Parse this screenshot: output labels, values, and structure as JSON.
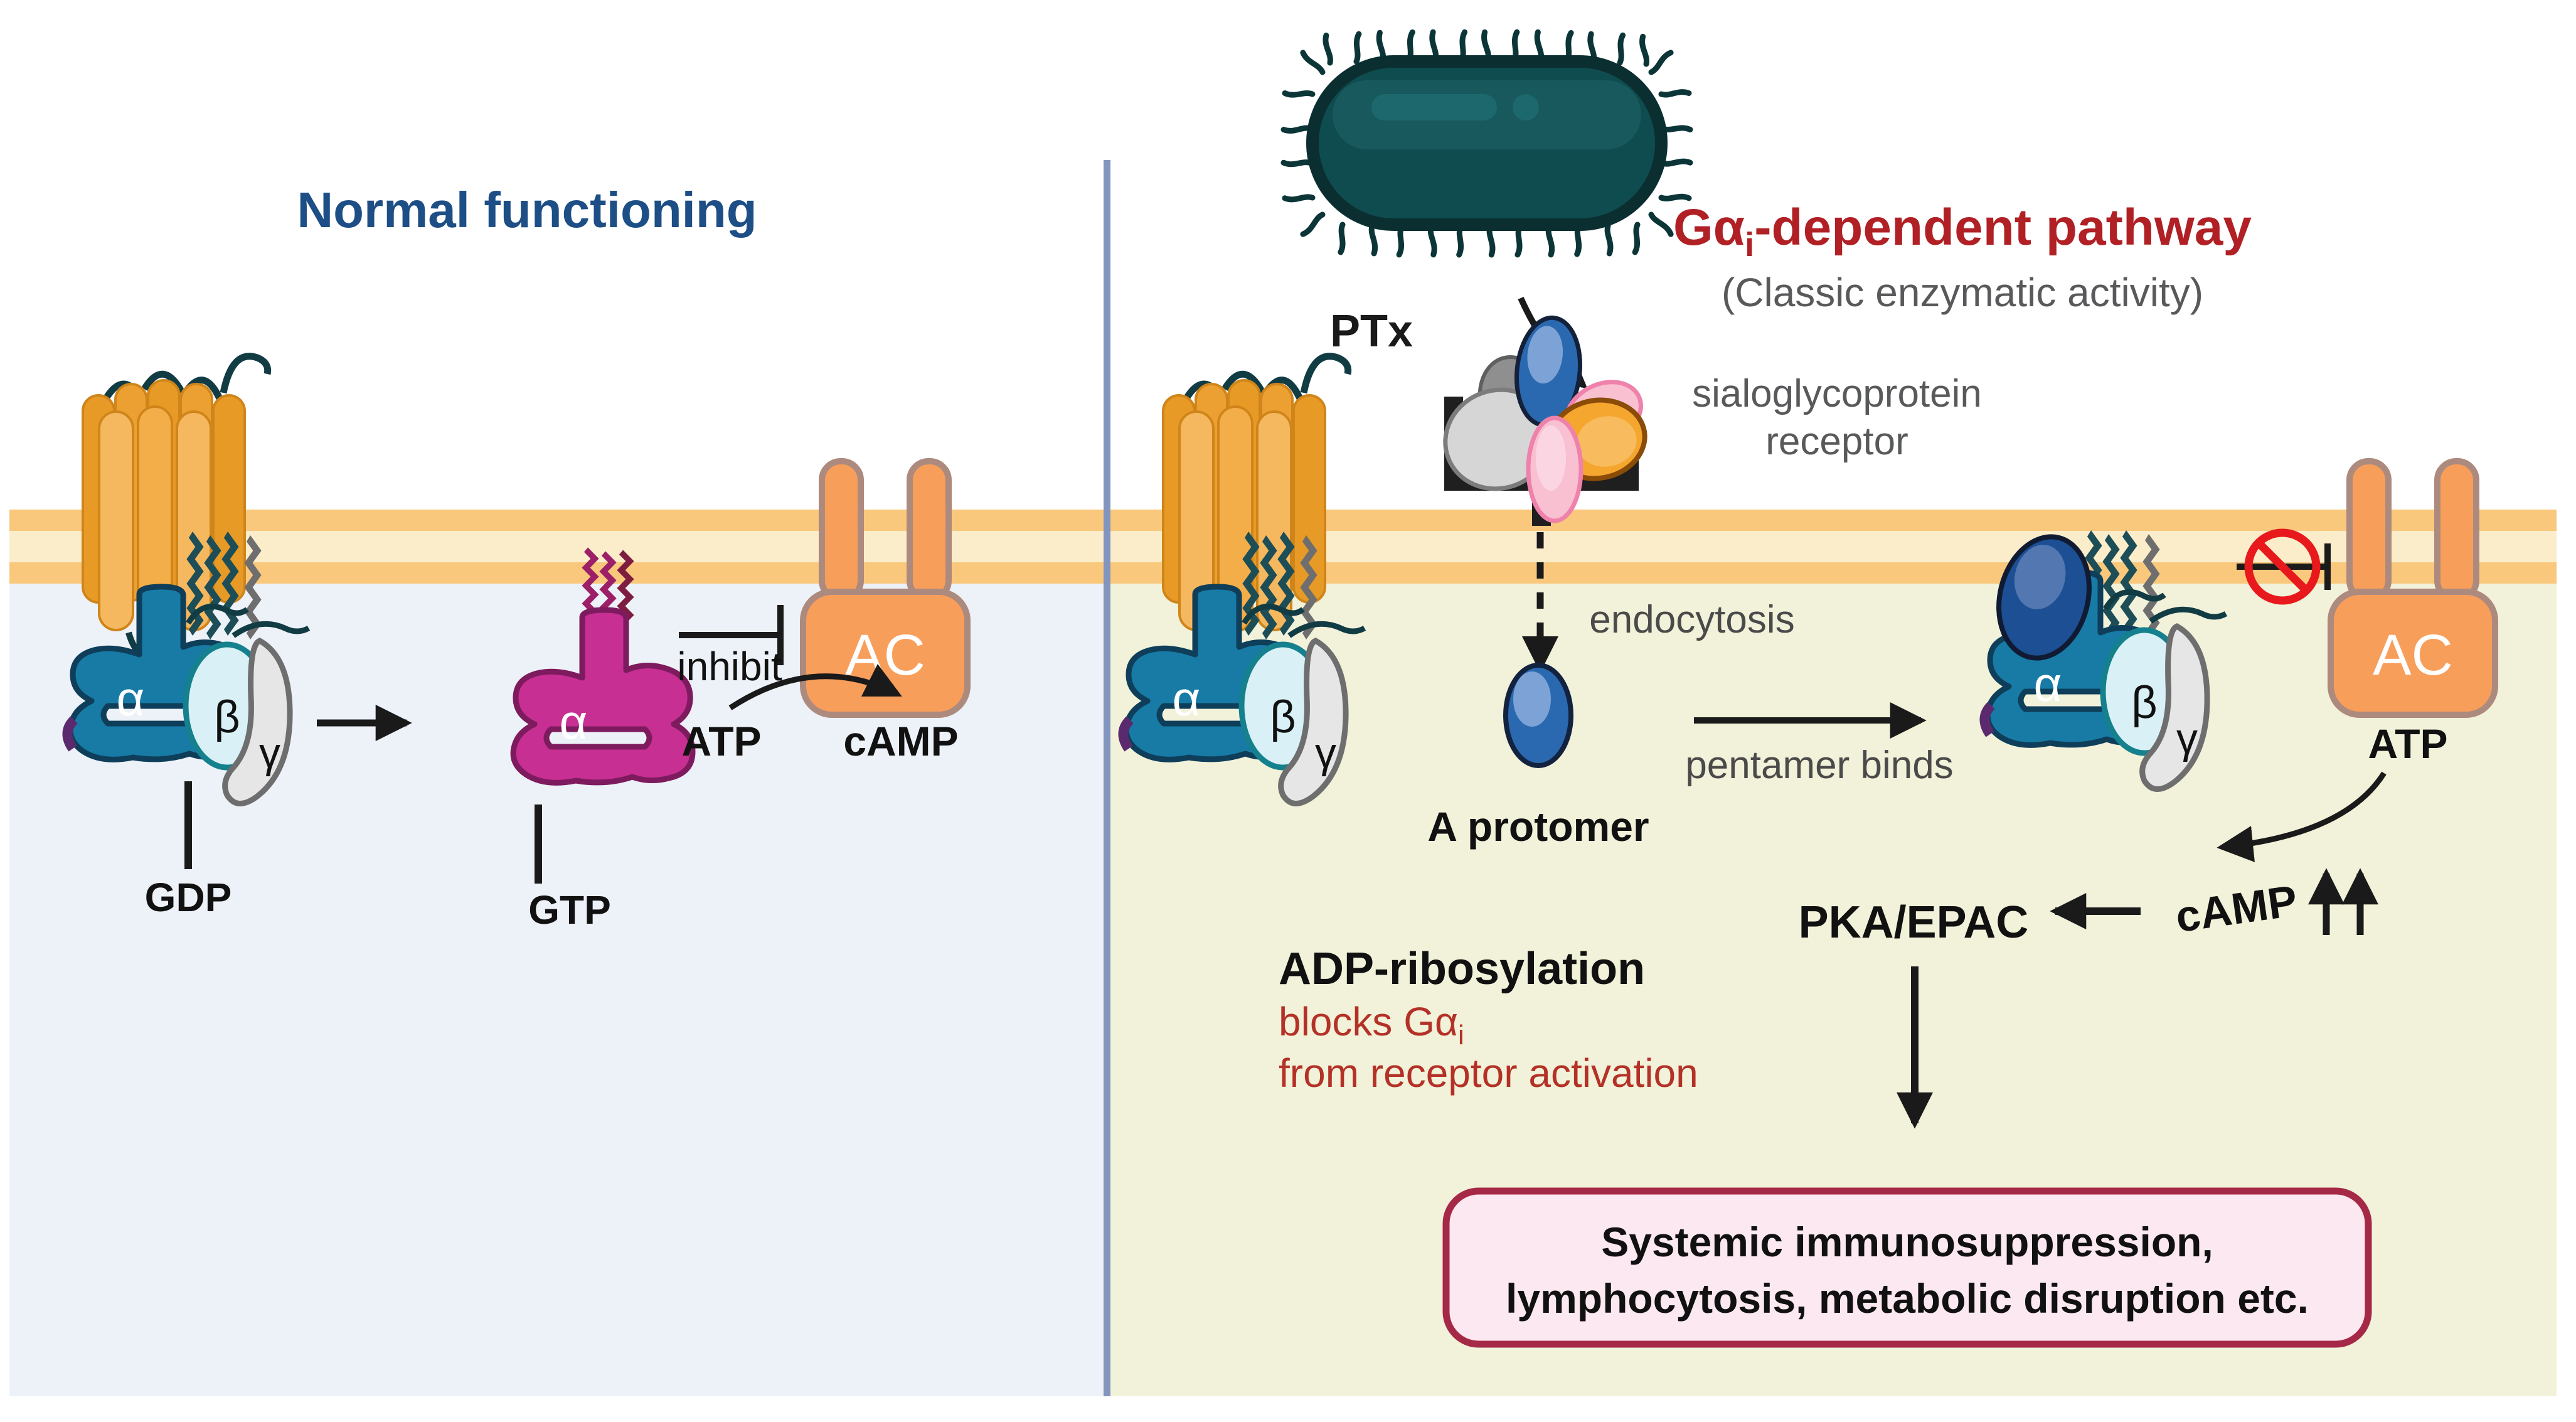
{
  "left_panel": {
    "title": "Normal functioning",
    "gdp": "GDP",
    "gtp": "GTP",
    "inhibit": "inhibit",
    "ac": "AC",
    "atp": "ATP",
    "camp": "cAMP"
  },
  "right_panel": {
    "title_prefix": "Gα",
    "title_sub": "i",
    "title_suffix": "-dependent pathway",
    "subtitle": "(Classic enzymatic activity)",
    "ptx": "PTx",
    "receptor_line1": "sialoglycoprotein",
    "receptor_line2": "receptor",
    "endocytosis": "endocytosis",
    "a_protomer": "A protomer",
    "pentamer_binds": "pentamer binds",
    "ac": "AC",
    "atp": "ATP",
    "camp": "cAMP",
    "pka_epac": "PKA/EPAC",
    "adp_line1": "ADP-ribosylation",
    "adp_line2_prefix": "blocks Gα",
    "adp_line2_sub": "i",
    "adp_line3": "from receptor activation",
    "box_line1": "Systemic immunosuppression,",
    "box_line2": "lymphocytosis, metabolic disruption etc."
  },
  "greek": {
    "alpha": "α",
    "beta": "β",
    "gamma": "γ"
  },
  "colors": {
    "panel_left": "#edf1f8",
    "panel_right": "#f2f1d9",
    "divider": "#8295bf",
    "membrane_band": "#f9c87c",
    "membrane_core": "#fcedca",
    "title_blue": "#1d4e86",
    "title_red": "#b02025",
    "text_gray": "#58595b",
    "text_soft": "#4a4a4a",
    "text_red": "#b43127",
    "ink": "#1a1a1a",
    "gpcr_orange": "#f3a83d",
    "ac_fill": "#f89e5b",
    "ac_outline": "#ad8a7e",
    "g_alpha": "#177ba6",
    "g_beta": "#d9f1f6",
    "g_gamma": "#e6e6e6",
    "g_alpha_active": "#c72f92",
    "protomer_blue": "#2a69b0",
    "protomer_navy": "#1c4f93",
    "pentamer_pink": "#f9c0d2",
    "pentamer_orange": "#f5a62e",
    "pentamer_gray": "#d6d6d6",
    "bacterium": "#0f4c50",
    "box_fill": "#fce8f0",
    "box_border": "#a52946",
    "no_entry_red": "#e8191c"
  }
}
